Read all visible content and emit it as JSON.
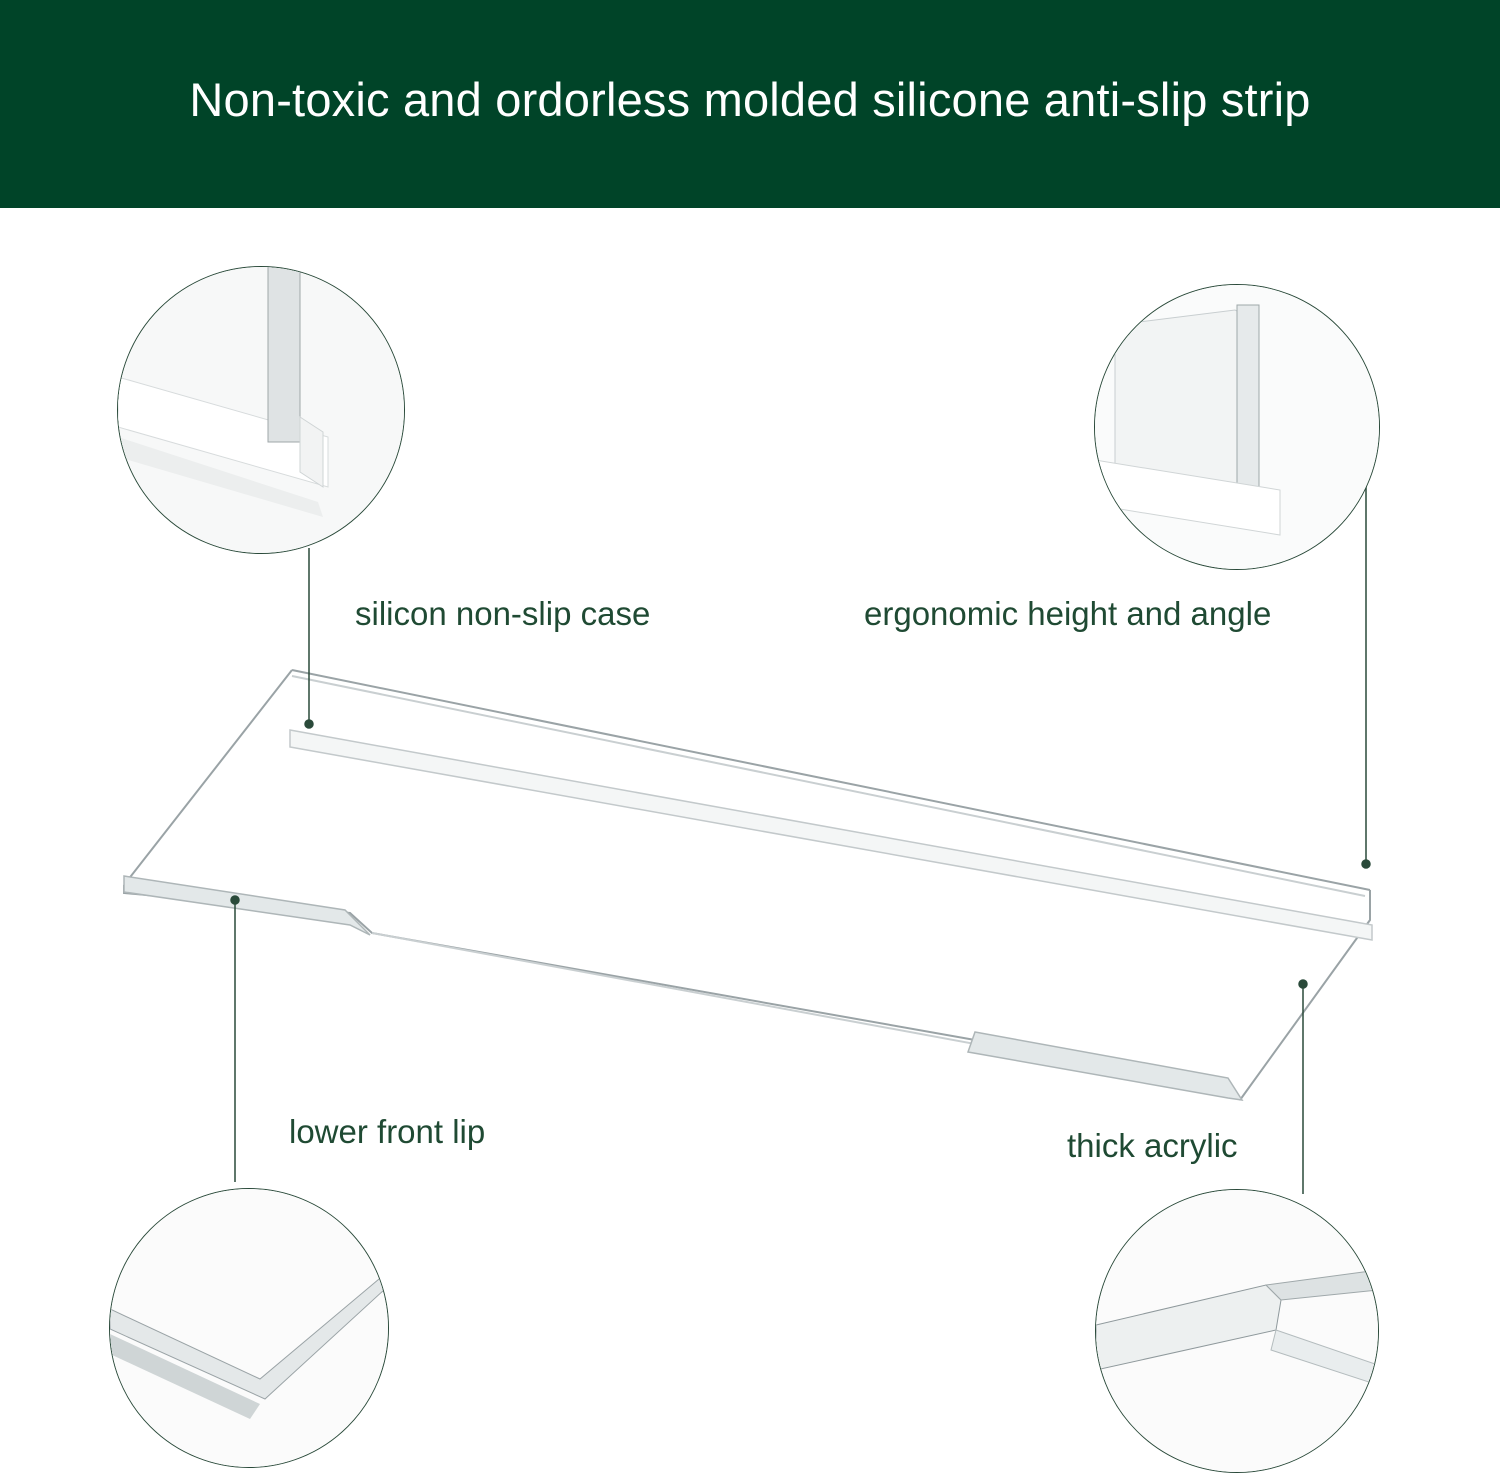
{
  "header": {
    "title": "Non-toxic and ordorless molded silicone anti-slip strip",
    "background_color": "#004428"
  },
  "callouts": [
    {
      "label": "silicon non-slip case"
    },
    {
      "label": "ergonomic height and angle"
    },
    {
      "label": "lower front lip"
    },
    {
      "label": "thick acrylic"
    }
  ],
  "colors": {
    "label_text": "#1f4a33",
    "leader_line": "#2a4a3a",
    "acrylic_edge": "#9aa3a6"
  }
}
